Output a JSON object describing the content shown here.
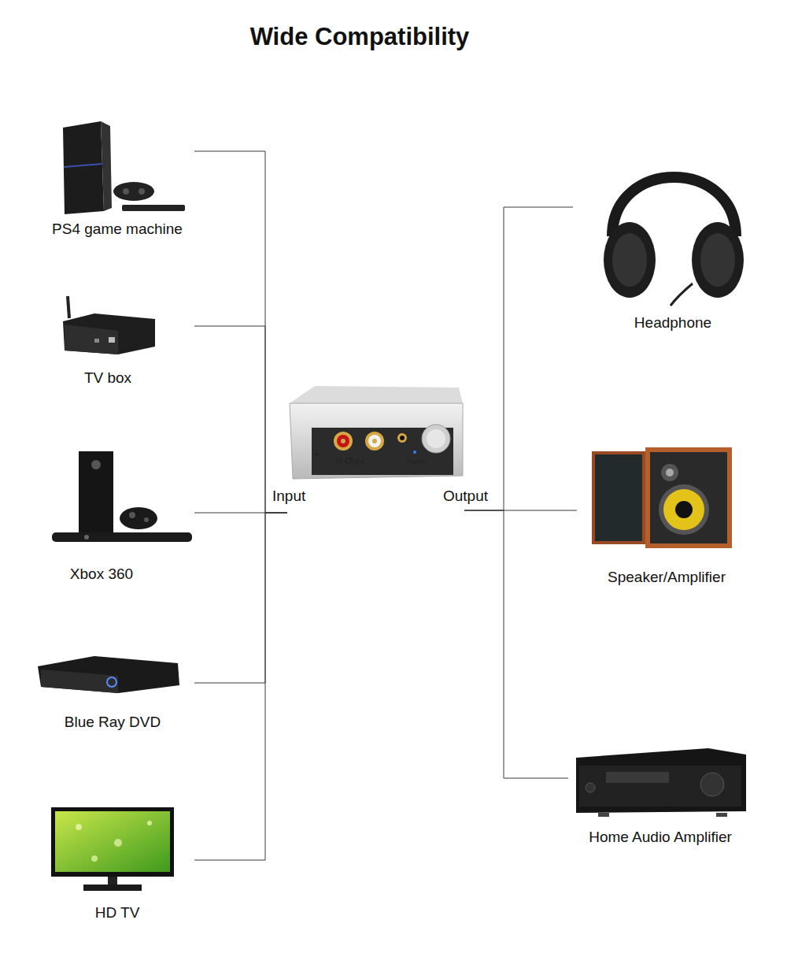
{
  "diagram": {
    "title": "Wide Compatibility",
    "nodes": [
      {
        "text": [
          "PS4 game machine"
        ]
      },
      {
        "text": [
          "TV box"
        ]
      },
      {
        "text": [
          "Xbox 360"
        ]
      },
      {
        "text": [
          "Blue Ray DVD"
        ]
      },
      {
        "text": [
          "HD TV"
        ]
      },
      {
        "text": [
          "+",
          "R-Out-L",
          "Power"
        ]
      },
      {
        "text": [
          "Headphone"
        ]
      },
      {
        "text": [
          "Speaker/Amplifier"
        ]
      },
      {
        "text": [
          "Home Audio Amplifier"
        ]
      }
    ],
    "edges": [
      {
        "from": 0,
        "to": 5,
        "arrow": "none"
      },
      {
        "from": 1,
        "to": 5,
        "arrow": "none"
      },
      {
        "from": 2,
        "to": 5,
        "arrow": "none"
      },
      {
        "from": 3,
        "to": 5,
        "arrow": "none"
      },
      {
        "from": 4,
        "to": 5,
        "arrow": "none"
      },
      {
        "from": 5,
        "to": 6,
        "arrow": "none"
      },
      {
        "from": 5,
        "to": 7,
        "arrow": "none"
      },
      {
        "from": 5,
        "to": 8,
        "arrow": "none"
      }
    ],
    "labels": [
      "Input",
      "Output"
    ]
  }
}
